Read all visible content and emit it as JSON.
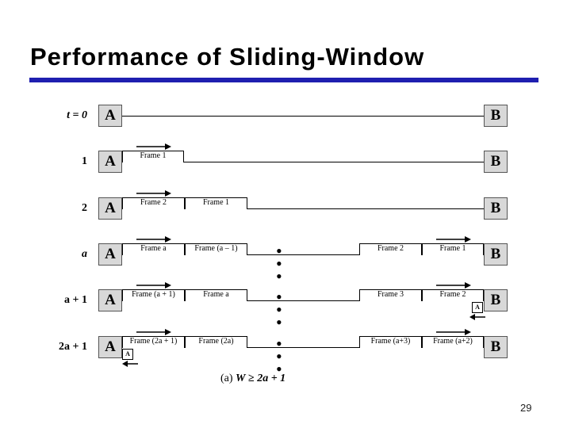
{
  "slide": {
    "title": "Performance of Sliding-Window",
    "page_number": "29"
  },
  "stations": {
    "a": "A",
    "b": "B"
  },
  "rows": [
    {
      "time": "t = 0",
      "frames_left": [],
      "frames_right": []
    },
    {
      "time": "1",
      "frames_left": [
        "Frame 1"
      ],
      "frames_right": []
    },
    {
      "time": "2",
      "frames_left": [
        "Frame 2",
        "Frame 1"
      ],
      "frames_right": []
    },
    {
      "time": "a",
      "frames_left": [
        "Frame a",
        "Frame (a – 1)"
      ],
      "frames_right": [
        "Frame 2",
        "Frame 1"
      ]
    },
    {
      "time": "a + 1",
      "frames_left": [
        "Frame (a + 1)",
        "Frame a"
      ],
      "frames_right": [
        "Frame 3",
        "Frame 2"
      ],
      "ack": "A"
    },
    {
      "time": "2a + 1",
      "frames_left": [
        "Frame (2a + 1)",
        "Frame (2a)"
      ],
      "frames_right": [
        "Frame (a+3)",
        "Frame (a+2)"
      ],
      "ack": "A"
    }
  ],
  "ellipsis": "• • •",
  "caption": {
    "prefix": "(a) ",
    "w": "W",
    "op": " ≥ ",
    "expr": "2a + 1"
  }
}
